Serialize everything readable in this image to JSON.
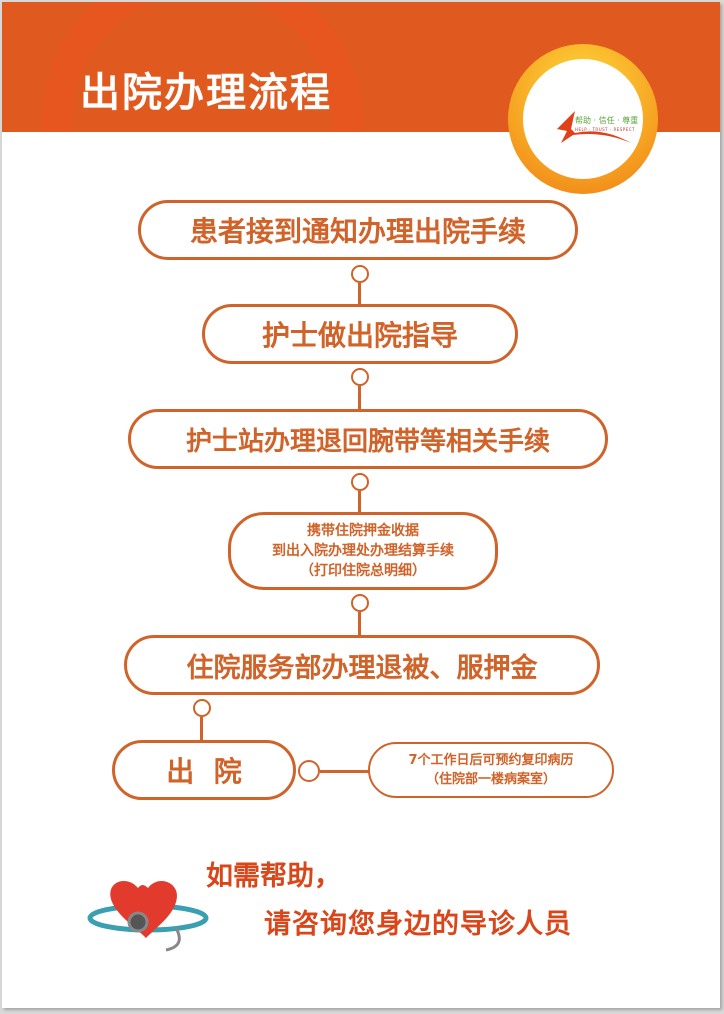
{
  "header": {
    "title": "出院办理流程",
    "logo": {
      "slogan_cn": "帮助 · 信任 · 尊重",
      "slogan_en": "HELP · TRUST · RESPECT"
    }
  },
  "flow": {
    "steps": [
      {
        "label": "患者接到通知办理出院手续"
      },
      {
        "label": "护士做出院指导"
      },
      {
        "label": "护士站办理退回腕带等相关手续"
      },
      {
        "lines": [
          "携带住院押金收据",
          "到出入院办理处办理结算手续",
          "（打印住院总明细）"
        ]
      },
      {
        "label": "住院服务部办理退被、服押金"
      },
      {
        "label": "出  院"
      }
    ],
    "side_note": {
      "lines": [
        "7个工作日后可预约复印病历",
        "（住院部一楼病案室）"
      ]
    }
  },
  "footer": {
    "line1": "如需帮助，",
    "line2": "请咨询您身边的导诊人员",
    "image": "heart-stethoscope"
  },
  "colors": {
    "banner": "#e05a1f",
    "accent": "#d0632a",
    "logo_ring": "#f49a1e"
  }
}
